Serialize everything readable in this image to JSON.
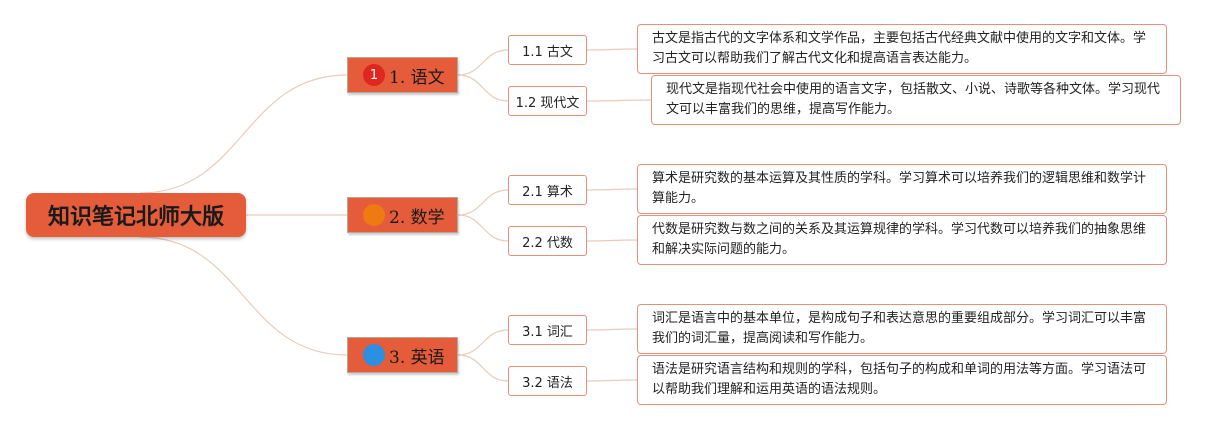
{
  "root": {
    "title": "知识笔记北师大版"
  },
  "colors": {
    "node_fill": "#e45c3a",
    "line": "#e9cbbb",
    "border": "#e6907a",
    "badge_red": "#e0261e",
    "badge_orange": "#ef7a12",
    "badge_blue": "#2c8fe0"
  },
  "branches": [
    {
      "label": "1. 语文",
      "badge_text": "1",
      "badge_color": "#e0261e",
      "leaves": [
        {
          "label": "1.1 古文",
          "description": "古文是指古代的文字体系和文学作品，主要包括古代经典文献中使用的文字和文体。学习古文可以帮助我们了解古代文化和提高语言表达能力。"
        },
        {
          "label": "1.2 现代文",
          "description": "现代文是指现代社会中使用的语言文字，包括散文、小说、诗歌等各种文体。学习现代文可以丰富我们的思维，提高写作能力。"
        }
      ]
    },
    {
      "label": "2. 数学",
      "badge_text": "",
      "badge_color": "#ef7a12",
      "leaves": [
        {
          "label": "2.1 算术",
          "description": "算术是研究数的基本运算及其性质的学科。学习算术可以培养我们的逻辑思维和数学计算能力。"
        },
        {
          "label": "2.2 代数",
          "description": "代数是研究数与数之间的关系及其运算规律的学科。学习代数可以培养我们的抽象思维和解决实际问题的能力。"
        }
      ]
    },
    {
      "label": "3. 英语",
      "badge_text": "",
      "badge_color": "#2c8fe0",
      "leaves": [
        {
          "label": "3.1 词汇",
          "description": "词汇是语言中的基本单位，是构成句子和表达意思的重要组成部分。学习词汇可以丰富我们的词汇量，提高阅读和写作能力。"
        },
        {
          "label": "3.2 语法",
          "description": "语法是研究语言结构和规则的学科，包括句子的构成和单词的用法等方面。学习语法可以帮助我们理解和运用英语的语法规则。"
        }
      ]
    }
  ]
}
